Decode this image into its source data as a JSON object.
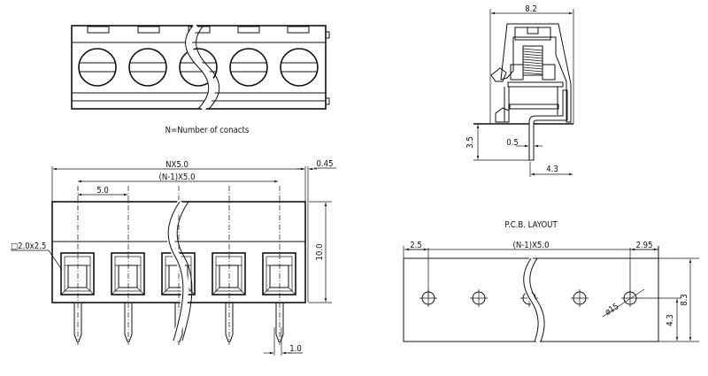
{
  "top_view": {
    "caption": "N=Number of conacts",
    "screw_count": 5
  },
  "side_section": {
    "dims": {
      "width": "8.2",
      "pin_length": "3.5",
      "pin_thickness": "0.5",
      "pin_offset": "4.3"
    }
  },
  "front_view": {
    "dims": {
      "overall": "NX5.0",
      "pitch_span": "(N-1)X5.0",
      "pitch": "5.0",
      "edge": "0.45",
      "height": "10.0",
      "wire_entry": "□2.0x2.5",
      "pin_width": "1.0"
    },
    "opening_count": 5
  },
  "pcb_layout": {
    "title": "P.C.B. LAYOUT",
    "dims": {
      "left_margin": "2.5",
      "span": "(N-1)X5.0",
      "right_margin": "2.95",
      "hole_diameter": "ø15",
      "hole_height": "4.3",
      "total_height": "8.3"
    },
    "hole_count": 5
  }
}
